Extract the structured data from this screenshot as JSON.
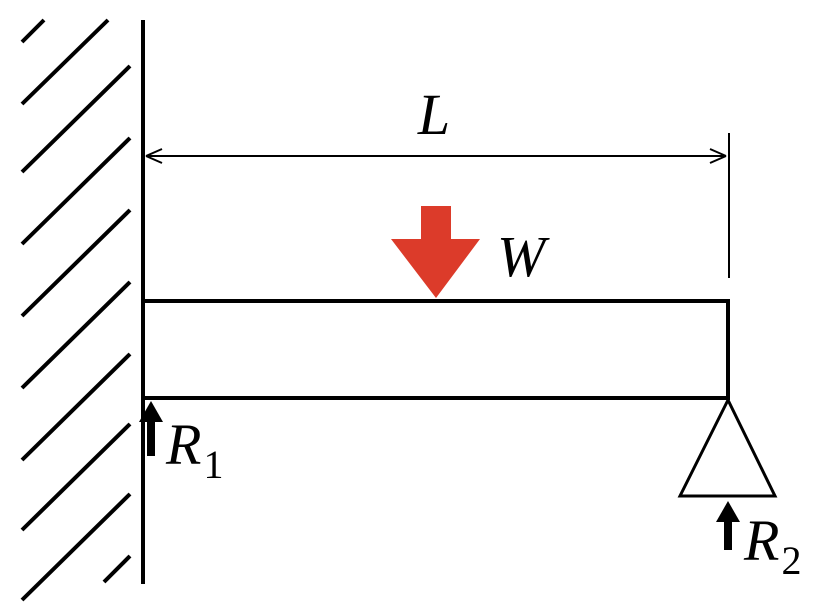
{
  "labels": {
    "length": "L",
    "load": "W",
    "reaction_1": {
      "symbol": "R",
      "subscript": "1"
    },
    "reaction_2": {
      "symbol": "R",
      "subscript": "2"
    }
  },
  "colors": {
    "load_arrow": "#dc3b2a",
    "lines": "#000000",
    "background": "#ffffff"
  },
  "icons": {
    "fixed_support": "hatched-wall-icon",
    "roller_support": "triangle-support-icon",
    "load": "down-arrow-icon",
    "reaction": "up-arrow-icon"
  }
}
